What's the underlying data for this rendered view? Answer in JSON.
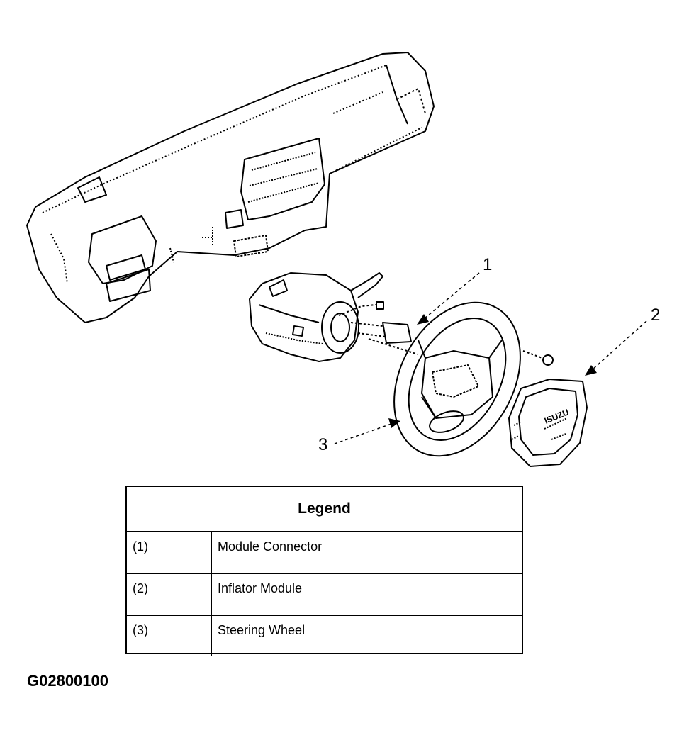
{
  "callouts": [
    "1",
    "2",
    "3"
  ],
  "legend": {
    "title": "Legend",
    "rows": [
      {
        "num": "(1)",
        "label": "Module Connector"
      },
      {
        "num": "(2)",
        "label": "Inflator Module"
      },
      {
        "num": "(3)",
        "label": "Steering Wheel"
      }
    ]
  },
  "figure_id": "G02800100",
  "badge_text": "ISUZU"
}
